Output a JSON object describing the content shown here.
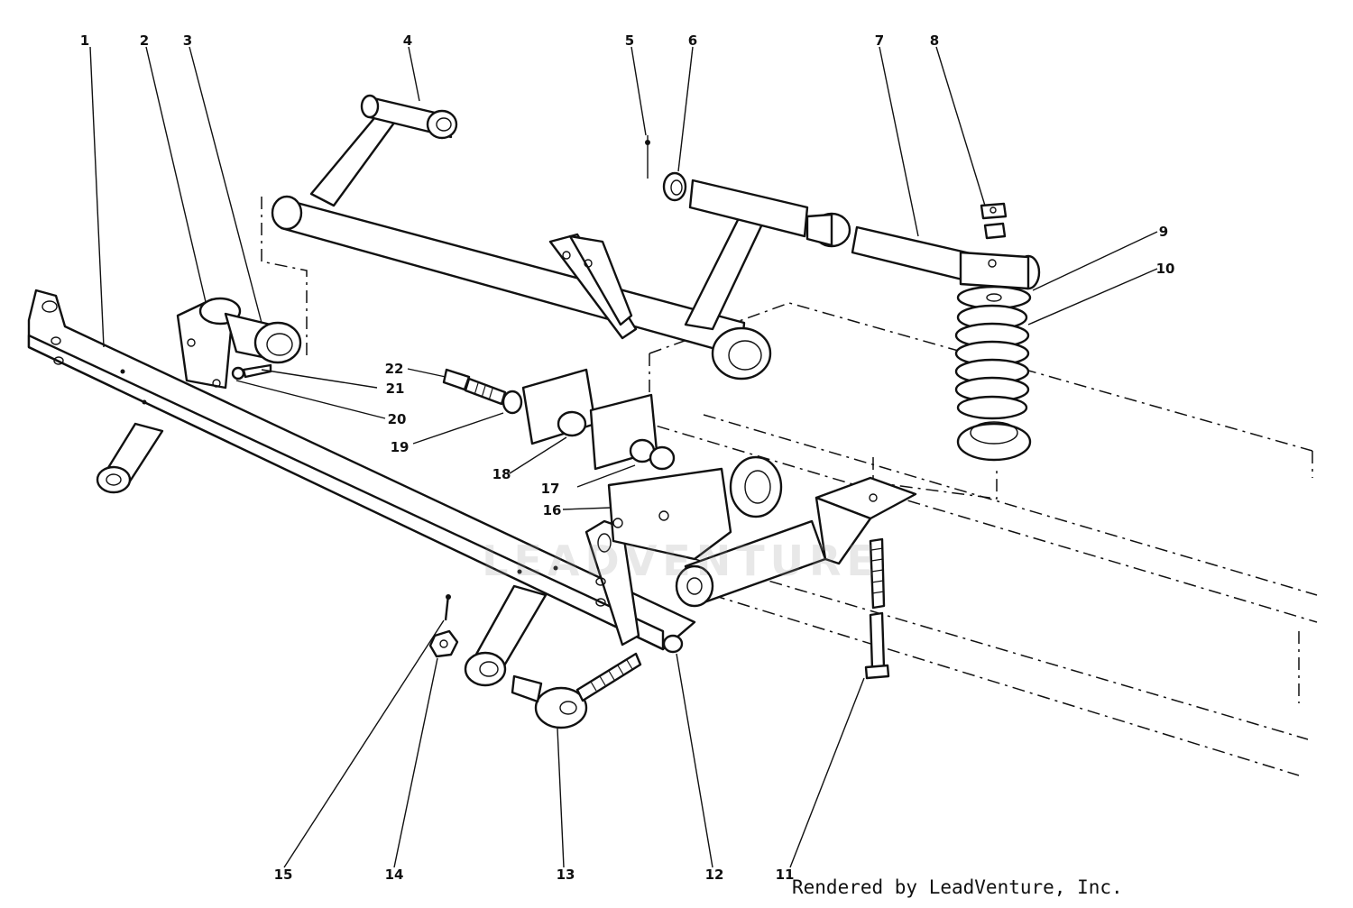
{
  "diagram": {
    "callouts": [
      "1",
      "2",
      "3",
      "4",
      "5",
      "6",
      "7",
      "8",
      "9",
      "10",
      "11",
      "12",
      "13",
      "14",
      "15",
      "16",
      "17",
      "18",
      "19",
      "20",
      "21",
      "22"
    ]
  },
  "watermark": {
    "text": "LEADVENTURE"
  },
  "footer": {
    "credit": "Rendered by LeadVenture, Inc."
  }
}
